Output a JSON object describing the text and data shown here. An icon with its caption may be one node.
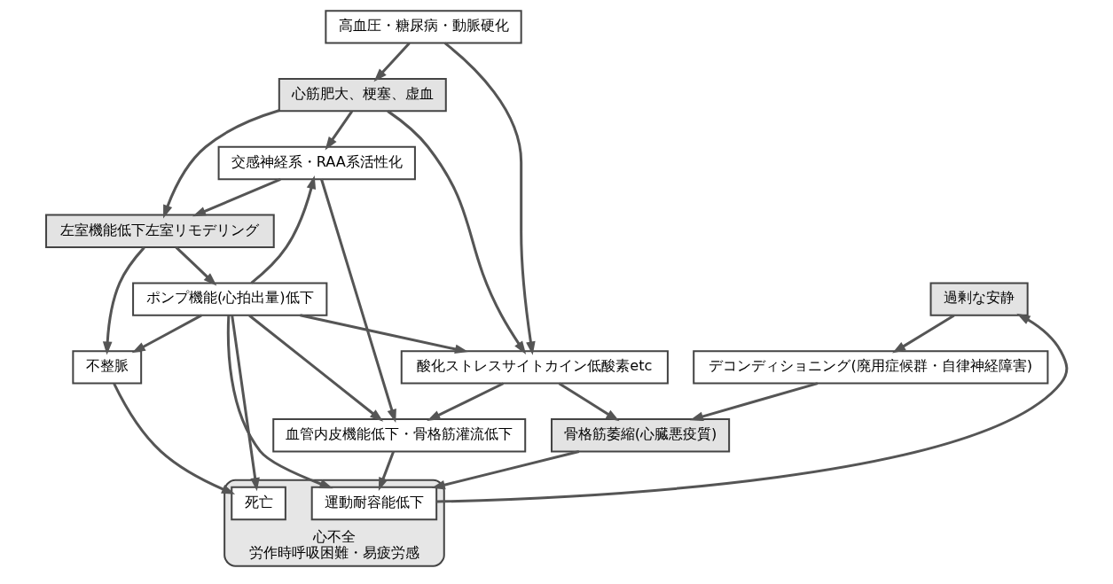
{
  "diagram": {
    "nodes": [
      {
        "text": [
          "高血圧・糖尿病・動脈硬化"
        ]
      },
      {
        "text": [
          "心筋肥大、梗塞、虚血"
        ]
      },
      {
        "text": [
          "酸化ストレスサイトカイン低酸素etc"
        ]
      },
      {
        "text": [
          "交感神経系・RAA系活性化"
        ]
      },
      {
        "text": [
          "左室機能低下左室リモデリング"
        ]
      },
      {
        "text": [
          "骨格筋萎縮(心臓悪疫質)"
        ]
      },
      {
        "text": [
          "血管内皮機能低下・骨格筋灌流低下"
        ]
      },
      {
        "text": [
          "ポンプ機能(心拍出量)低下"
        ]
      },
      {
        "text": [
          "不整脈"
        ]
      },
      {
        "text": [
          "心不全",
          "労作時呼吸困難・易疲労感"
        ]
      },
      {
        "text": [
          "運動耐容能低下"
        ],
        "in": 9
      },
      {
        "text": [
          "死亡"
        ],
        "in": 9
      },
      {
        "text": [
          "デコンディショニング(廃用症候群・自律神経障害)"
        ]
      },
      {
        "text": [
          "過剰な安静"
        ]
      }
    ],
    "edges": [
      {
        "from": 0,
        "to": 2,
        "arrow": "to"
      },
      {
        "from": 0,
        "to": 1,
        "arrow": "to"
      },
      {
        "from": 1,
        "to": 2,
        "arrow": "to"
      },
      {
        "from": 1,
        "to": 3,
        "arrow": "to"
      },
      {
        "from": 1,
        "to": 4,
        "arrow": "to"
      },
      {
        "from": 3,
        "to": 4,
        "arrow": "to"
      },
      {
        "from": 2,
        "to": 5,
        "arrow": "to"
      },
      {
        "from": 2,
        "to": 6,
        "arrow": "to"
      },
      {
        "from": 3,
        "to": 6,
        "arrow": "to"
      },
      {
        "from": 7,
        "to": 3,
        "arrow": "to"
      },
      {
        "from": 7,
        "to": 2,
        "arrow": "to"
      },
      {
        "from": 4,
        "to": 7,
        "arrow": "to"
      },
      {
        "from": 4,
        "to": 8,
        "arrow": "to"
      },
      {
        "from": 7,
        "to": 6,
        "arrow": "to"
      },
      {
        "from": 7,
        "to": 8,
        "arrow": "to"
      },
      {
        "from": 7,
        "to": 10,
        "arrow": "to"
      },
      {
        "from": 7,
        "to": 11,
        "arrow": "to"
      },
      {
        "from": 8,
        "to": 11,
        "arrow": "to"
      },
      {
        "from": 6,
        "to": 10,
        "arrow": "to"
      },
      {
        "from": 5,
        "to": 10,
        "arrow": "to"
      },
      {
        "from": 10,
        "to": 13,
        "arrow": "to"
      },
      {
        "from": 13,
        "to": 12,
        "arrow": "to"
      },
      {
        "from": 12,
        "to": 5,
        "arrow": "to"
      }
    ]
  }
}
